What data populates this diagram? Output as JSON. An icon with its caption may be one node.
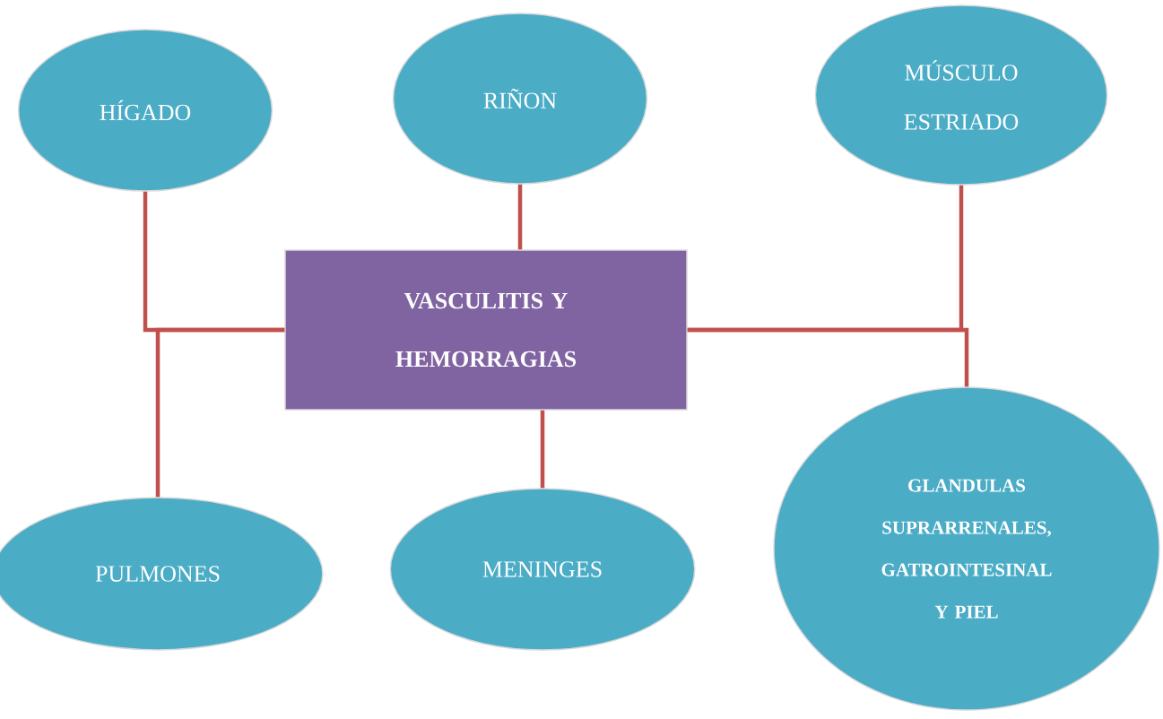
{
  "diagram": {
    "nodes": [
      {
        "text": [
          "HÍGADO"
        ]
      },
      {
        "text": [
          "RIÑON"
        ]
      },
      {
        "text": [
          "MÚSCULO ESTRIADO"
        ]
      },
      {
        "text": [
          "VASCULITIS Y HEMORRAGIAS"
        ]
      },
      {
        "text": [
          "PULMONES"
        ]
      },
      {
        "text": [
          "MENINGES"
        ]
      },
      {
        "text": [
          "GLANDULAS SUPRARRENALES, GATROINTESINAL Y PIEL"
        ]
      }
    ],
    "edges": [
      {
        "from": 3,
        "to": 0,
        "arrow": "none"
      },
      {
        "from": 3,
        "to": 4,
        "arrow": "none"
      },
      {
        "from": 3,
        "to": 1,
        "arrow": "none"
      },
      {
        "from": 3,
        "to": 5,
        "arrow": "none"
      },
      {
        "from": 3,
        "to": 2,
        "arrow": "none"
      },
      {
        "from": 3,
        "to": 6,
        "arrow": "none"
      }
    ]
  }
}
